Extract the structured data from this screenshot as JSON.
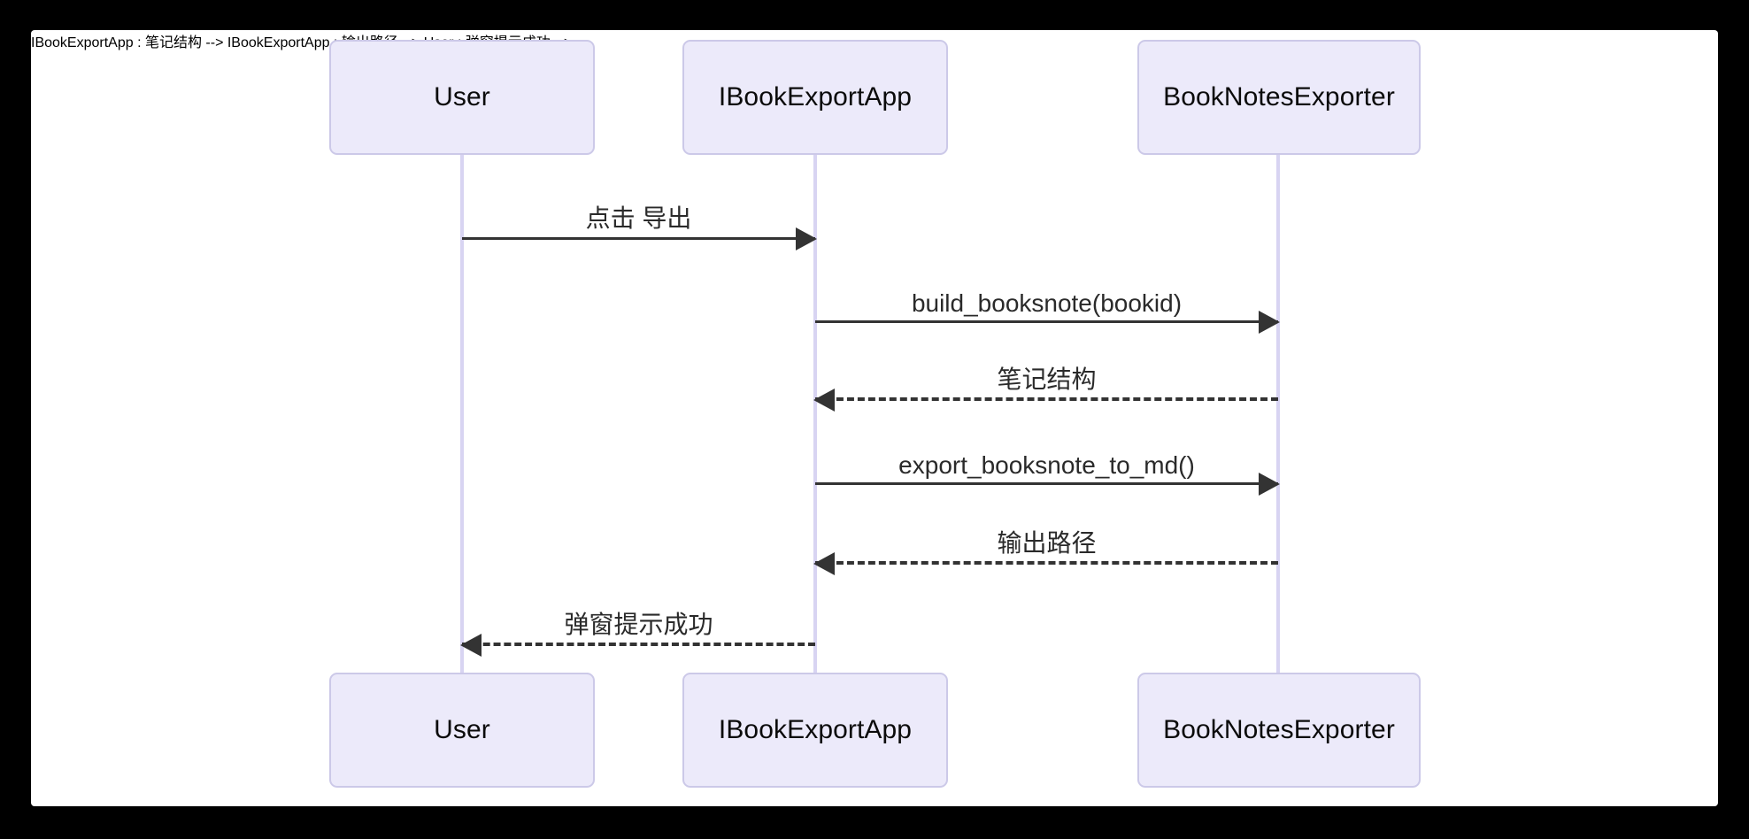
{
  "diagram": {
    "type": "sequence-diagram",
    "background_color": "#000000",
    "canvas_color": "#ffffff",
    "box_fill": "#eceafa",
    "box_border": "#ccc9e8",
    "lifeline_color": "#d8d4f2",
    "arrow_color": "#333333",
    "participants": [
      {
        "id": "user",
        "label": "User"
      },
      {
        "id": "ibookexportapp",
        "label": "IBookExportApp"
      },
      {
        "id": "booknotesexporter",
        "label": "BookNotesExporter"
      }
    ],
    "messages": [
      {
        "label": "点击 导出",
        "from": "user",
        "to": "ibookexportapp",
        "style": "solid",
        "direction": "right"
      },
      {
        "label": "build_booksnote(bookid)",
        "from": "ibookexportapp",
        "to": "booknotesexporter",
        "style": "solid",
        "direction": "right"
      },
      {
        "label": "笔记结构",
        "from": "booknotesexporter",
        "to": "ibookexportapp",
        "style": "dashed",
        "direction": "left"
      },
      {
        "label": "export_booksnote_to_md()",
        "from": "ibookexportapp",
        "to": "booknotesexporter",
        "style": "solid",
        "direction": "right"
      },
      {
        "label": "输出路径",
        "from": "booknotesexporter",
        "to": "ibookexportapp",
        "style": "dashed",
        "direction": "left"
      },
      {
        "label": "弹窗提示成功",
        "from": "ibookexportapp",
        "to": "user",
        "style": "dashed",
        "direction": "left"
      }
    ]
  }
}
